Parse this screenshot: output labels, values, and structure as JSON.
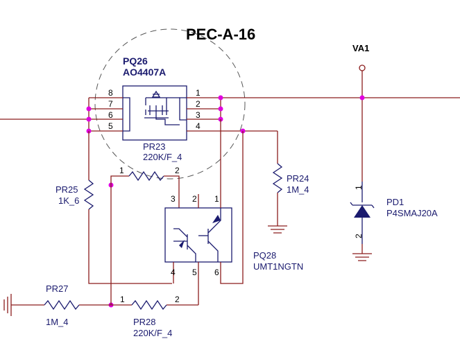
{
  "title": "PEC-A-16",
  "power_net": "VA1",
  "parts": {
    "pq26": {
      "ref": "PQ26",
      "value": "AO4407A",
      "pins": [
        "8",
        "7",
        "6",
        "5",
        "1",
        "2",
        "3",
        "4"
      ]
    },
    "pr23": {
      "ref": "PR23",
      "value": "220K/F_4"
    },
    "pr24": {
      "ref": "PR24",
      "value": "1M_4"
    },
    "pr25": {
      "ref": "PR25",
      "value": "1K_6"
    },
    "pr27": {
      "ref": "PR27",
      "value": "1M_4"
    },
    "pr28": {
      "ref": "PR28",
      "value": "220K/F_4",
      "pin1": "1",
      "pin2": "2"
    },
    "pd1": {
      "ref": "PD1",
      "value": "P4SMAJ20A",
      "pin1": "1",
      "pin2": "2"
    },
    "pq28": {
      "ref": "PQ28",
      "value": "UMT1NGTN",
      "pins": [
        "3",
        "2",
        "1",
        "4",
        "5",
        "6"
      ]
    },
    "res_top": {
      "pin1": "1",
      "pin2": "2"
    }
  }
}
